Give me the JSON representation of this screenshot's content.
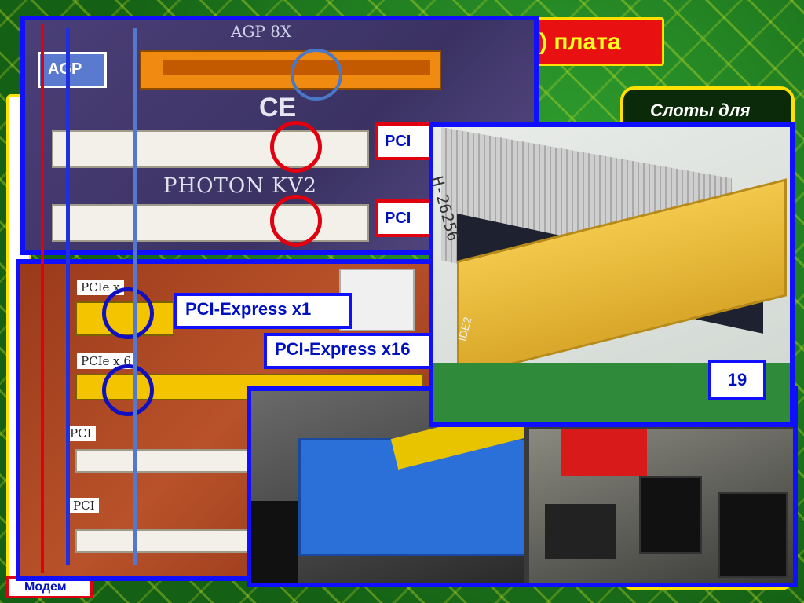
{
  "title_fragment": ") плата",
  "right_box_label": "Слоты для",
  "agp": {
    "board_text": "AGP 8X",
    "tag": "AGP",
    "model": "PHOTON KV2",
    "ce": "CE"
  },
  "pci_tags": [
    "PCI",
    "PCI"
  ],
  "pcie": {
    "x1": "PCI-Express x1",
    "x16": "PCI-Express x16",
    "board_x1": "PCIe x",
    "board_x16": "PCIe x 6"
  },
  "board_pci_labels": [
    "PCI",
    "PCI"
  ],
  "ide": {
    "cable_text": "Н-26256",
    "board_text": "IDE2"
  },
  "slide_number": "19",
  "left_bottom": "Модем",
  "colors": {
    "frame": "#1010ff",
    "accent_red": "#e00010",
    "title_bg": "#e81010",
    "title_text": "#ffff20"
  }
}
